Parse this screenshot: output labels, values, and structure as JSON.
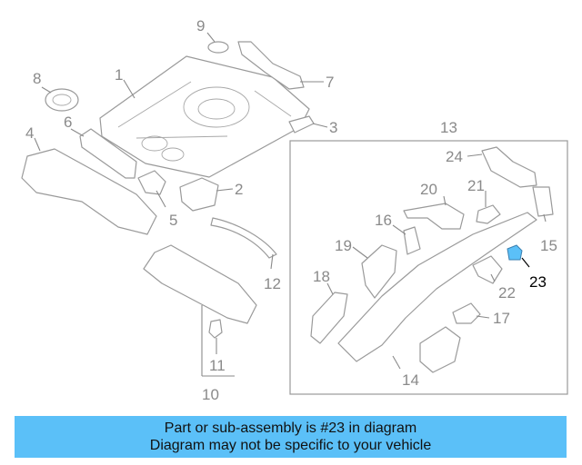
{
  "diagram": {
    "callouts": {
      "c1": "1",
      "c2": "2",
      "c3": "3",
      "c4": "4",
      "c5": "5",
      "c6": "6",
      "c7": "7",
      "c8": "8",
      "c9": "9",
      "c10": "10",
      "c11": "11",
      "c12": "12",
      "c13": "13",
      "c14": "14",
      "c15": "15",
      "c16": "16",
      "c17": "17",
      "c18": "18",
      "c19": "19",
      "c20": "20",
      "c21": "21",
      "c22": "22",
      "c23": "23",
      "c24": "24"
    },
    "highlight_color": "#5bc0f8",
    "highlighted_part": "23"
  },
  "banner": {
    "line1": "Part or sub-assembly is #23 in diagram",
    "line2": "Diagram may not be specific to your vehicle",
    "color": "#5bc0f8"
  }
}
